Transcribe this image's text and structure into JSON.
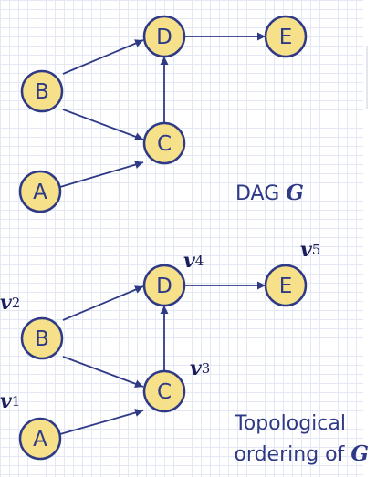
{
  "diagrams": [
    {
      "caption": [
        "DAG ",
        "G"
      ],
      "nodes": [
        {
          "id": "D",
          "label": "D",
          "order_label": null
        },
        {
          "id": "E",
          "label": "E",
          "order_label": null
        },
        {
          "id": "B",
          "label": "B",
          "order_label": null
        },
        {
          "id": "C",
          "label": "C",
          "order_label": null
        },
        {
          "id": "A",
          "label": "A",
          "order_label": null
        }
      ],
      "edges": [
        [
          "B",
          "D"
        ],
        [
          "D",
          "E"
        ],
        [
          "B",
          "C"
        ],
        [
          "C",
          "D"
        ],
        [
          "A",
          "C"
        ]
      ]
    },
    {
      "caption": [
        "Topological",
        "ordering of ",
        "G"
      ],
      "nodes": [
        {
          "id": "D",
          "label": "D",
          "order_label": {
            "v": "v",
            "sub": "4"
          }
        },
        {
          "id": "E",
          "label": "E",
          "order_label": {
            "v": "v",
            "sub": "5"
          }
        },
        {
          "id": "B",
          "label": "B",
          "order_label": {
            "v": "v",
            "sub": "2"
          }
        },
        {
          "id": "C",
          "label": "C",
          "order_label": {
            "v": "v",
            "sub": "3"
          }
        },
        {
          "id": "A",
          "label": "A",
          "order_label": {
            "v": "v",
            "sub": "1"
          }
        }
      ],
      "edges": [
        [
          "B",
          "D"
        ],
        [
          "D",
          "E"
        ],
        [
          "B",
          "C"
        ],
        [
          "C",
          "D"
        ],
        [
          "A",
          "C"
        ]
      ]
    }
  ],
  "colors": {
    "node_fill": "#f6e08a",
    "node_stroke": "#2f3a86",
    "edge": "#2f3a86",
    "text": "#2f3a86"
  }
}
